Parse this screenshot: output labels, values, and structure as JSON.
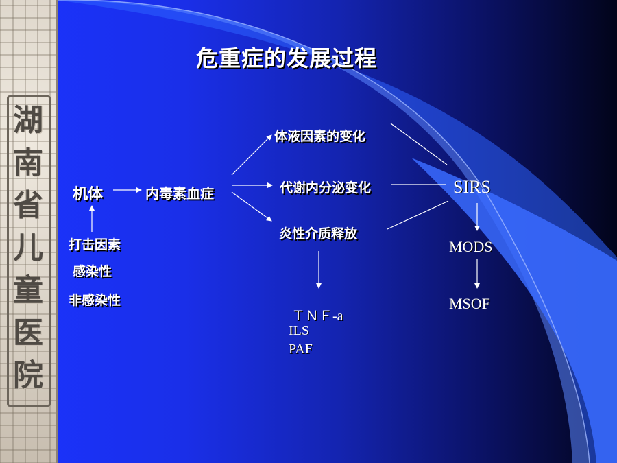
{
  "slide": {
    "title": "危重症的发展过程",
    "hospital_name": "湖南省儿童医院"
  },
  "diagram": {
    "body": "机体",
    "endotoxemia": "内毒素血症",
    "causes": [
      "打击因素",
      "感染性",
      "非感染性"
    ],
    "branches": [
      "体液因素的变化",
      "代谢内分泌变化",
      "炎性介质释放"
    ],
    "mediators": [
      "ＴＮＦ-a",
      "ILS",
      "PAF"
    ],
    "progression": [
      "SIRS",
      "MODS",
      "MSOF"
    ]
  },
  "colors": {
    "background_start": "#1b33ff",
    "background_end": "#02041a",
    "text": "#ffffff",
    "swoosh": "#2d63ff"
  }
}
